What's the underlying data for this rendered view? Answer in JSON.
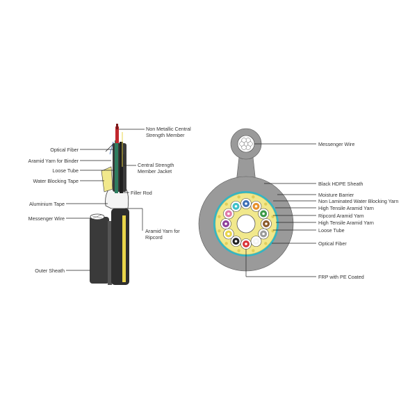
{
  "left_labels": {
    "non_metallic": "Non Metallic Central Strength Member",
    "optical_fiber": "Optical Fiber",
    "aramid_binder": "Aramid Yarn for Binder",
    "loose_tube": "Loose Tube",
    "central_jacket": "Central Strength Member Jacket",
    "water_tape": "Water Blocking Tape",
    "filler_rod": "Filler Rod",
    "aluminium_tape": "Aluminium Tape",
    "messenger_wire": "Messenger Wire",
    "aramid_ripcord": "Aramid Yarn for Ripcord",
    "outer_sheath": "Outer Sheath"
  },
  "right_labels": {
    "messenger_wire": "Messenger Wire",
    "black_hdpe": "Black HDPE Sheath",
    "moisture_barrier": "Moisture Barrier",
    "non_laminated": "Non Laminated Water Blocking Yarn",
    "high_tensile_1": "High Tensile Aramid Yarn",
    "ripcord_aramid": "Ripcord Aramid Yarn",
    "high_tensile_2": "High Tensile Aramid Yarn",
    "loose_tube": "Loose Tube",
    "optical_fiber": "Optical Fiber",
    "frp": "FRP with PE Coated"
  },
  "colors": {
    "sheath_gray": "#9a9a9a",
    "cable_black": "#3a3a3a",
    "yarn_yellow": "#f1e88c",
    "moisture_cyan": "#33b5c4",
    "leader_line": "#222222"
  },
  "tube_colors": [
    "#3f6fb5",
    "#e8912e",
    "#3b9a47",
    "#8b5a2b",
    "#9a9a9a",
    "#f4f4f4",
    "#d9343a",
    "#222222",
    "#e9d44a",
    "#8e3f9a",
    "#e07aa8",
    "#3fc1c9"
  ]
}
